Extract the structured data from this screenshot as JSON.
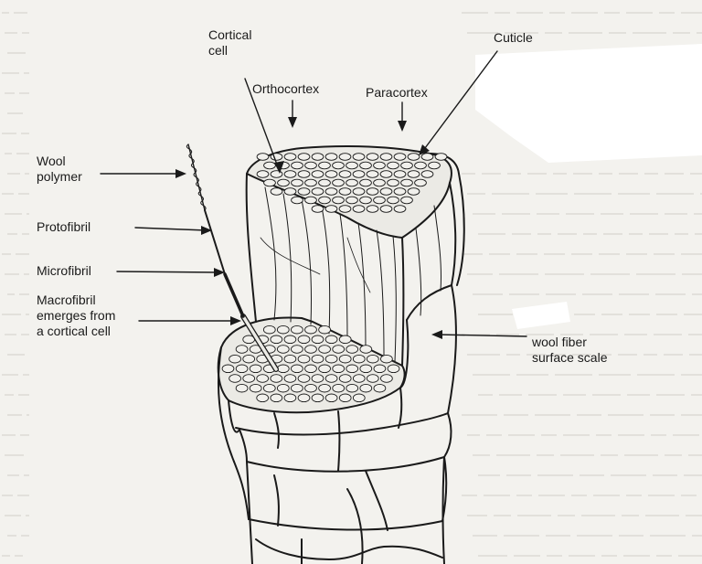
{
  "labels": {
    "cortical_cell": "Cortical\ncell",
    "cuticle": "Cuticle",
    "orthocortex": "Orthocortex",
    "paracortex": "Paracortex",
    "wool_polymer": "Wool\npolymer",
    "protofibril": "Protofibril",
    "microfibril": "Microfibril",
    "macrofibril": "Macrofibril\nemerges from\na cortical cell",
    "surface_scale": "wool fiber\nsurface scale"
  },
  "colors": {
    "ink": "#1a1a1a",
    "paper": "#f3f2ee",
    "cell_fill": "#e9e8e3"
  }
}
